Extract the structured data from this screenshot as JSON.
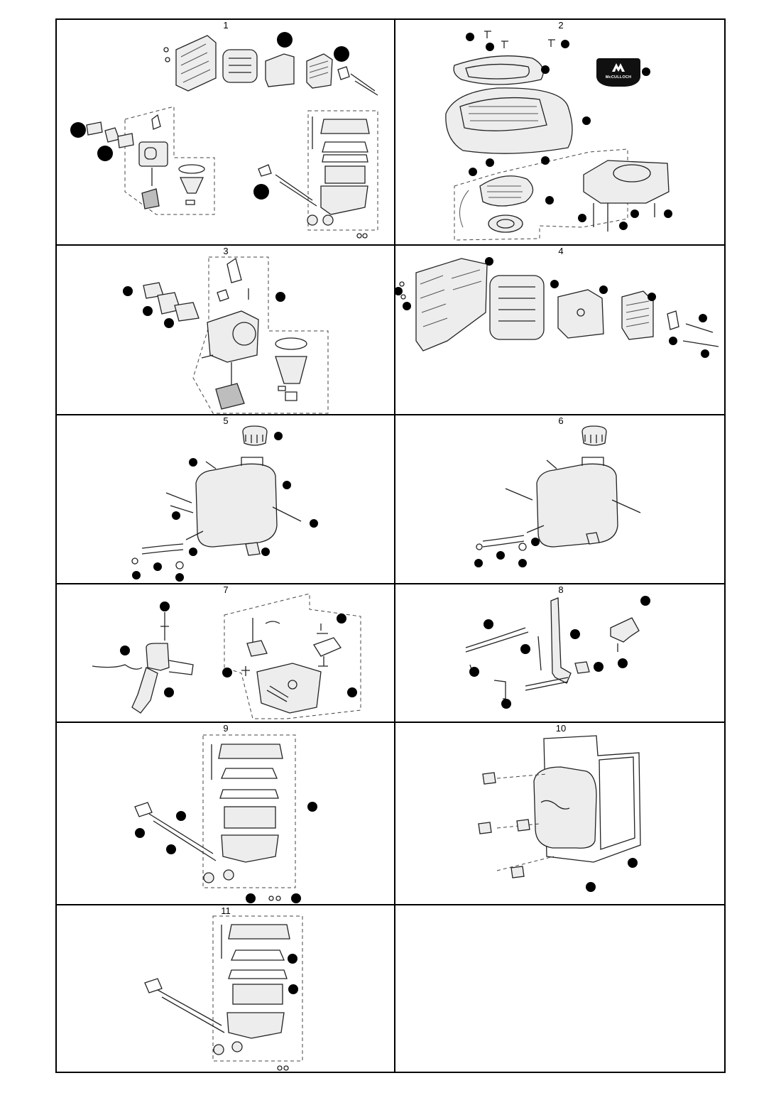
{
  "panels": [
    {
      "number": "1"
    },
    {
      "number": "2"
    },
    {
      "number": "3"
    },
    {
      "number": "4"
    },
    {
      "number": "5"
    },
    {
      "number": "6"
    },
    {
      "number": "7"
    },
    {
      "number": "8"
    },
    {
      "number": "9"
    },
    {
      "number": "10"
    },
    {
      "number": "11"
    }
  ],
  "brand": {
    "logo_text": "McCULLOCH"
  },
  "colors": {
    "line": "#222222",
    "callout": "#000000",
    "background": "#ffffff"
  }
}
